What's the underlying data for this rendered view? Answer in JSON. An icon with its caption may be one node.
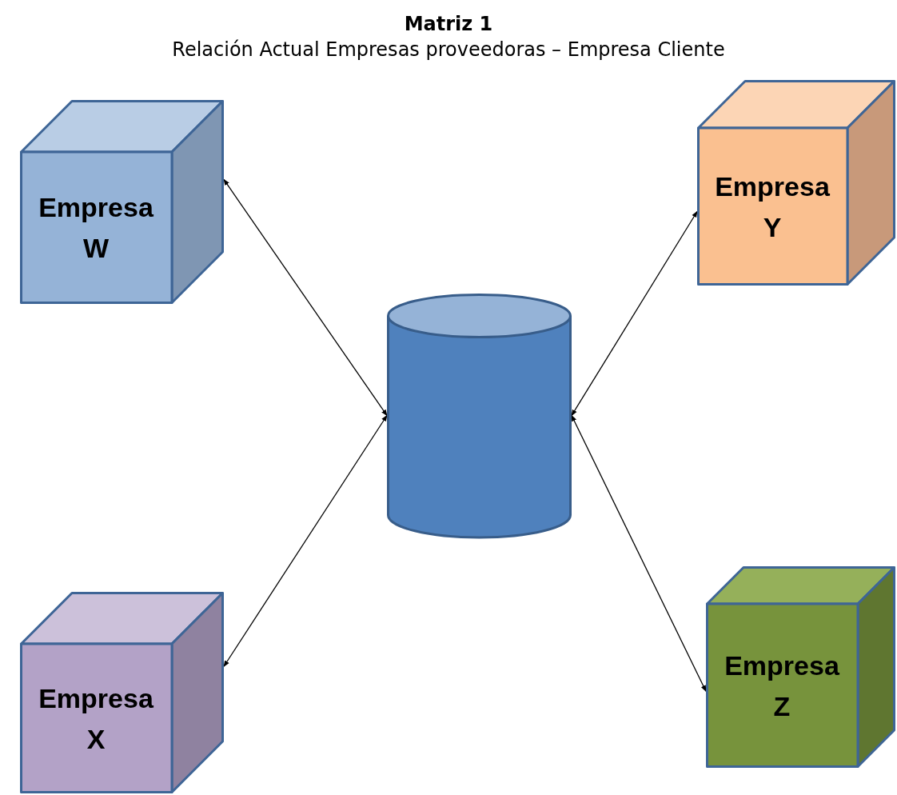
{
  "diagram": {
    "title": "Matriz 1",
    "nodes": [
      {
        "text": [
          "Empresa W"
        ]
      },
      {
        "text": [
          "Empresa Y"
        ]
      },
      {
        "text": [],
        "shape": "cylinder"
      },
      {
        "text": [
          "Empresa X"
        ]
      },
      {
        "text": [
          "Empresa Z"
        ]
      }
    ],
    "edges": [
      {
        "from": 0,
        "to": 2,
        "arrow": "both"
      },
      {
        "from": 1,
        "to": 2,
        "arrow": "both"
      },
      {
        "from": 3,
        "to": 2,
        "arrow": "both"
      },
      {
        "from": 4,
        "to": 2,
        "arrow": "both"
      }
    ],
    "labels": [
      "Relación Actual Empresas proveedoras – Empresa Cliente"
    ]
  }
}
